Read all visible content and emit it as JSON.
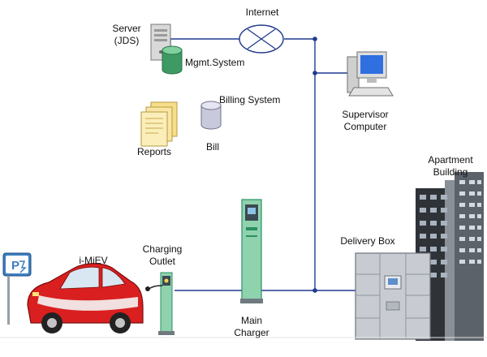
{
  "labels": {
    "internet": "Internet",
    "server_line1": "Server",
    "server_line2": "(JDS)",
    "mgmt_system": "Mgmt.System",
    "billing_system": "Billing System",
    "reports": "Reports",
    "bill": "Bill",
    "supervisor_line1": "Supervisor",
    "supervisor_line2": "Computer",
    "apartment_line1": "Apartment",
    "apartment_line2": "Building",
    "delivery_box": "Delivery Box",
    "imiev": "i-MiEV",
    "charging_line1": "Charging",
    "charging_line2": "Outlet",
    "main_line1": "Main",
    "main_line2": "Charger",
    "parking_sign": "P"
  },
  "colors": {
    "network_line": "#1f3a8f",
    "server_body": "#d9d9d9",
    "mgmt_cylinder": "#3d9a62",
    "billing_cylinder": "#c9c9dc",
    "report_paper": "#f6de8a",
    "monitor_screen": "#2f6fe0",
    "charger_body": "#8fd3ae",
    "charger_accent": "#2a8f63",
    "car_body": "#d91f1f",
    "car_white": "#f4f4f4",
    "building_dark": "#2f3338",
    "building_light": "#8a9098",
    "delivery_box": "#c8ccd2",
    "parking_sign": "#3c7fc1"
  }
}
